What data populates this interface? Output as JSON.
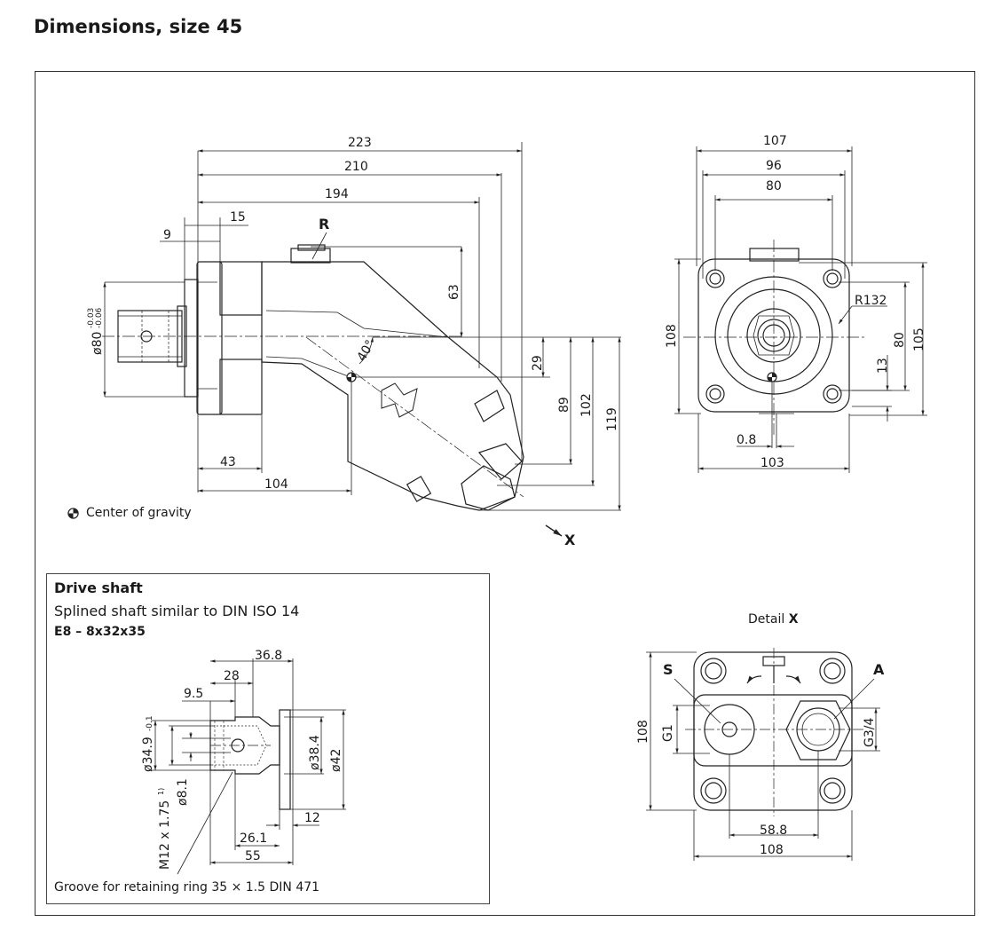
{
  "title": "Dimensions, size 45",
  "legend": {
    "label": "Center of gravity"
  },
  "main_view": {
    "dims": {
      "d223": "223",
      "d210": "210",
      "d194": "194",
      "d15": "15",
      "d9": "9",
      "r_label": "R",
      "d63": "63",
      "d29": "29",
      "d89": "89",
      "d102": "102",
      "d119": "119",
      "d43": "43",
      "d104": "104",
      "angle": "40°",
      "shaft_dia": "ø80",
      "shaft_tol_top": "-0.03",
      "shaft_tol_bot": "-0.06"
    },
    "x_arrow": "X"
  },
  "end_view": {
    "dims": {
      "d107": "107",
      "d96": "96",
      "d80": "80",
      "d108": "108",
      "r132": "R132",
      "d80v": "80",
      "d105": "105",
      "d13": "13",
      "d0_8": "0.8",
      "d103": "103"
    }
  },
  "drive_shaft": {
    "title": "Drive shaft",
    "subtitle": "Splined shaft similar to DIN ISO 14",
    "spec": "E8 – 8x32x35",
    "note": "Groove for retaining ring 35 × 1.5 DIN 471",
    "dims": {
      "d36_8": "36.8",
      "d28": "28",
      "d9_5": "9.5",
      "d34_9": "ø34.9",
      "d34_9_tol": "-0.1",
      "d8_1": "ø8.1",
      "m12": "M12 x 1.75",
      "m12_sup": "1)",
      "d38_4": "ø38.4",
      "d42": "ø42",
      "d12": "12",
      "d26_1": "26.1",
      "d55": "55"
    }
  },
  "detail_x": {
    "title_prefix": "Detail",
    "title_key": "X",
    "port_s": "S",
    "port_a": "A",
    "d108v": "108",
    "g1": "G1",
    "g3_4": "G3/4",
    "d58_8": "58.8",
    "d108h": "108"
  }
}
